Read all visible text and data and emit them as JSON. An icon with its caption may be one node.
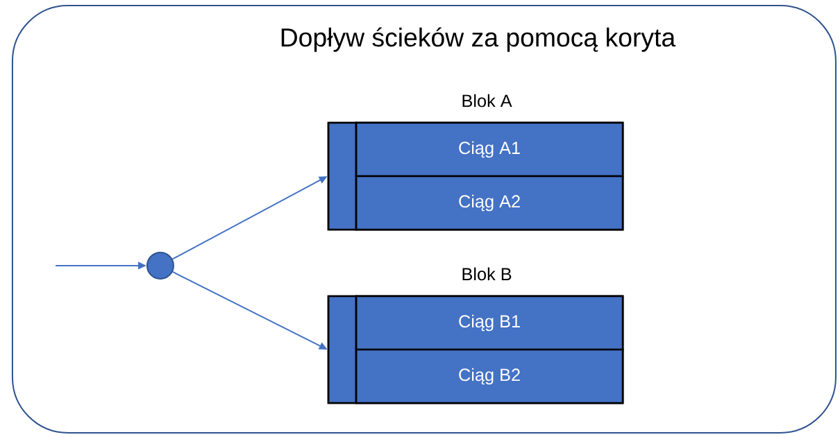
{
  "diagram": {
    "nodes": [
      {
        "text": [
          "Dopływ ścieków za pomocą koryta"
        ]
      },
      {
        "text": [],
        "shape": "circle",
        "in": 0
      },
      {
        "text": [
          "Blok A"
        ],
        "in": 0
      },
      {
        "text": [],
        "shape": "bar",
        "in": 2
      },
      {
        "text": [
          "Ciąg A1"
        ],
        "in": 2
      },
      {
        "text": [
          "Ciąg A2"
        ],
        "in": 2
      },
      {
        "text": [
          "Blok B"
        ],
        "in": 0
      },
      {
        "text": [],
        "shape": "bar",
        "in": 6
      },
      {
        "text": [
          "Ciąg B1"
        ],
        "in": 6
      },
      {
        "text": [
          "Ciąg B2"
        ],
        "in": 6
      }
    ],
    "edges": [
      {
        "from": null,
        "to": 1,
        "arrow": "to"
      },
      {
        "from": 1,
        "to": 3,
        "arrow": "to"
      },
      {
        "from": 1,
        "to": 7,
        "arrow": "to"
      }
    ]
  }
}
